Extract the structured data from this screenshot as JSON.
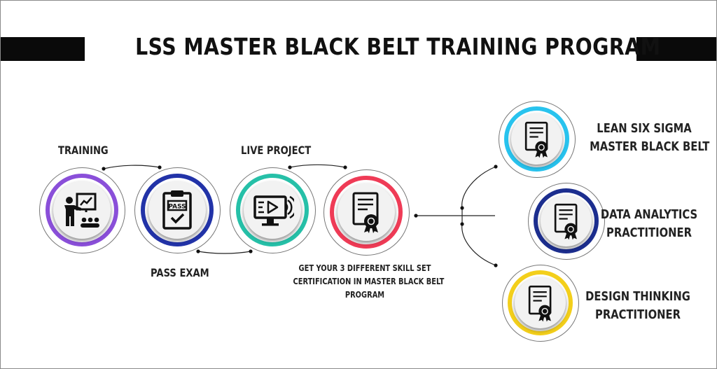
{
  "header": {
    "title": "LSS MASTER BLACK BELT TRAINING PROGRAM"
  },
  "steps": [
    {
      "label": "TRAINING",
      "icon": "presenter-icon",
      "ring_color": "#8a4fd9"
    },
    {
      "label": "PASS EXAM",
      "icon": "pass-clipboard-icon",
      "ring_color": "#2233a8",
      "badge_text": "PASS"
    },
    {
      "label": "LIVE PROJECT",
      "icon": "monitor-play-icon",
      "ring_color": "#26c0a8"
    },
    {
      "icon": "certificate-icon",
      "ring_color": "#ef3b56"
    }
  ],
  "cta": {
    "line1": "GET YOUR 3 DIFFERENT SKILL SET",
    "line2": "CERTIFICATION IN MASTER BLACK BELT",
    "line3": "PROGRAM"
  },
  "certifications": [
    {
      "line1": "LEAN SIX SIGMA",
      "line2": "MASTER BLACK BELT",
      "icon": "certificate-icon",
      "ring_color": "#28c3ee"
    },
    {
      "line1": "DATA ANALYTICS",
      "line2": "PRACTITIONER",
      "icon": "certificate-icon",
      "ring_color": "#1c2e8f"
    },
    {
      "line1": "DESIGN THINKING",
      "line2": "PRACTITIONER",
      "icon": "certificate-icon",
      "ring_color": "#f3cf1b"
    }
  ]
}
